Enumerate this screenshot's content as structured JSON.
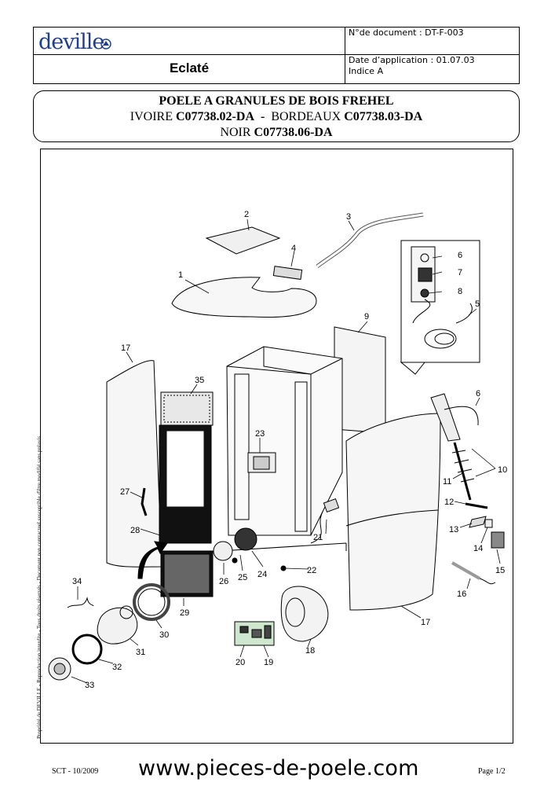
{
  "header": {
    "brand": "deville",
    "doc_title": "Eclaté",
    "doc_number": "N°de document : DT-F-003",
    "application_date": "Date d’application : 01.07.03",
    "index": "Indice A"
  },
  "title_box": {
    "line1": "POELE A GRANULES DE BOIS FREHEL",
    "ivoire_label": "IVOIRE",
    "ivoire_ref": "C07738.02-DA",
    "separator": "-",
    "bordeaux_label": "BORDEAUX",
    "bordeaux_ref": "C07738.03-DA",
    "noir_label": "NOIR",
    "noir_ref": "C07738.06-DA"
  },
  "part_labels": [
    "1",
    "2",
    "3",
    "4",
    "5",
    "6",
    "7",
    "8",
    "9",
    "17",
    "35",
    "23",
    "6",
    "10",
    "11",
    "12",
    "13",
    "14",
    "15",
    "16",
    "27",
    "28",
    "21",
    "22",
    "24",
    "25",
    "26",
    "34",
    "29",
    "30",
    "31",
    "32",
    "33",
    "17",
    "18",
    "19",
    "20"
  ],
  "side_text": "Propriété de DEVILLE - Reproduction interdite - Tous droits réservés - Document non contractuel susceptible d'être modifié sans préavis",
  "footer": {
    "left": "SCT - 10/2009",
    "url": "www.pieces-de-poele.com",
    "page": "Page 1/2"
  },
  "colors": {
    "brand_blue": "#1d3f8e"
  }
}
